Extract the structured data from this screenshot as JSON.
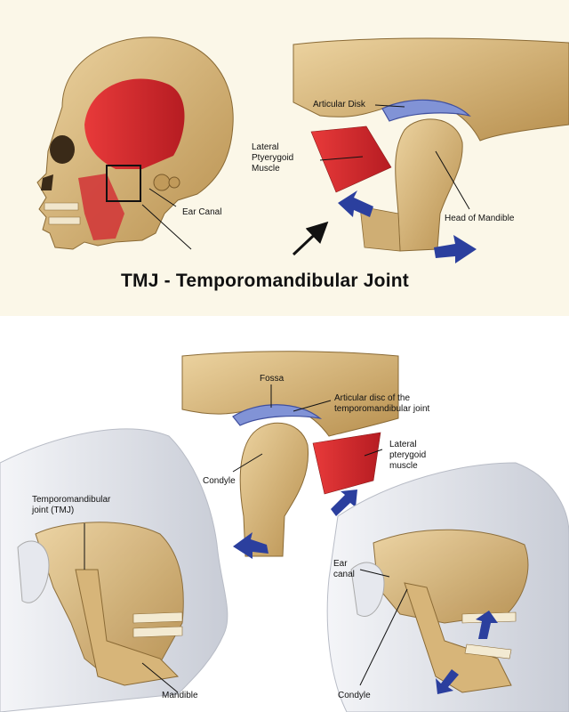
{
  "title": "TMJ - Temporomandibular Joint",
  "top_labels": {
    "articular_disk": "Articular Disk",
    "lateral_pterygoid": "Lateral\nPtyerygoid\nMuscle",
    "ear_canal": "Ear Canal",
    "head_of_mandible": "Head of Mandible"
  },
  "bottom_labels": {
    "fossa": "Fossa",
    "articular_disc": "Articular disc of the\ntemporomandibular joint",
    "lateral_pterygoid": "Lateral\npterygoid\nmuscle",
    "tmj": "Temporomandibular\njoint (TMJ)",
    "condyle_center": "Condyle",
    "ear_canal": "Ear\ncanal",
    "mandible": "Mandible",
    "condyle_right": "Condyle"
  },
  "colors": {
    "bone": "#d9b77c",
    "bone_dark": "#a9824a",
    "muscle": "#d8262b",
    "disk": "#7f8fd0",
    "arrow": "#2b3f9e",
    "skin": "#dfe3ea"
  }
}
